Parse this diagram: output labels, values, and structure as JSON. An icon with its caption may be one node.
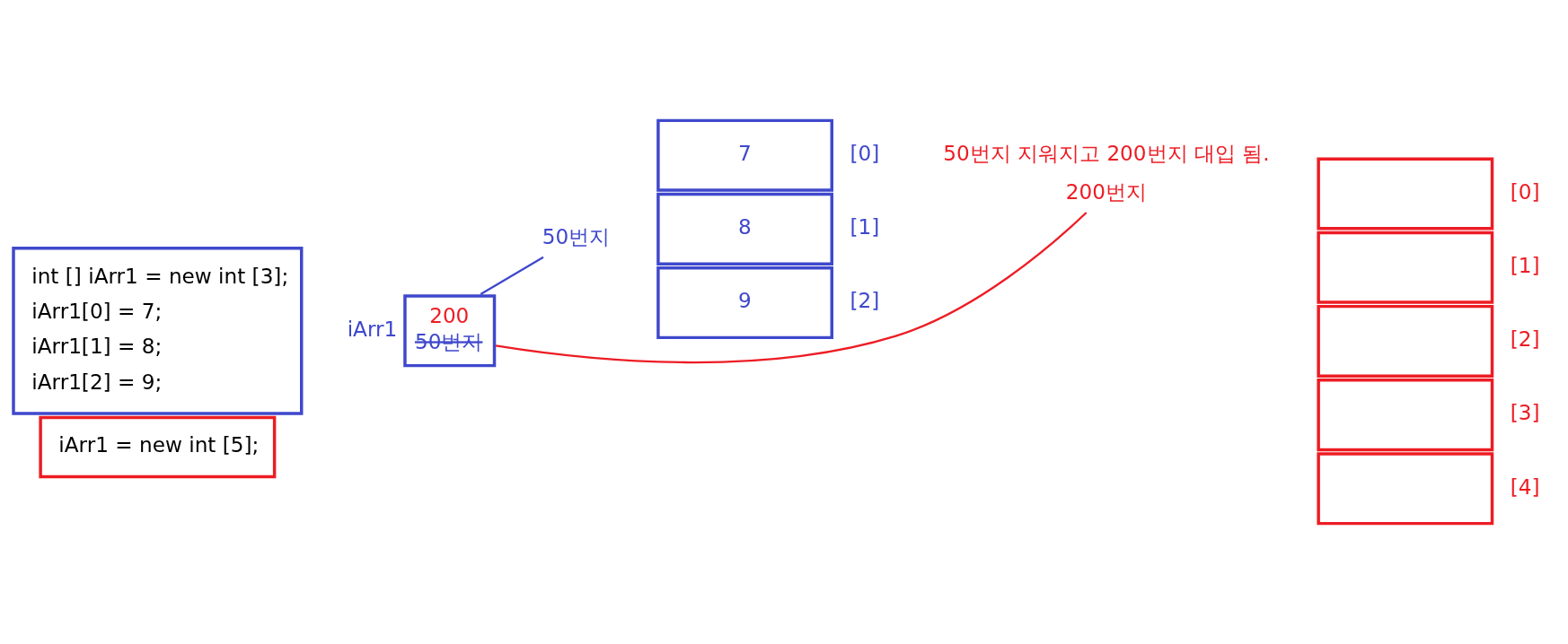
{
  "diagram": {
    "nodes": [
      {
        "text": [
          "int [] iArr1 = new int [3];",
          "iArr1[0] = 7;",
          "iArr1[1] = 8;",
          "iArr1[2] = 9;"
        ]
      },
      {
        "text": [
          "iArr1 = new int [5];"
        ]
      },
      {
        "text": [
          "200",
          "50번지"
        ],
        "beside": [
          "iArr1"
        ]
      },
      {
        "text": [
          "50번지"
        ]
      },
      {
        "text": [
          "7"
        ],
        "beside": [
          "[0]"
        ]
      },
      {
        "text": [
          "8"
        ],
        "beside": [
          "[1]"
        ]
      },
      {
        "text": [
          "9"
        ],
        "beside": [
          "[2]"
        ]
      },
      {
        "text": [
          "200번지"
        ]
      },
      {
        "text": [],
        "shape": "box",
        "beside": [
          "[0]"
        ]
      },
      {
        "text": [],
        "shape": "box",
        "beside": [
          "[1]"
        ]
      },
      {
        "text": [],
        "shape": "box",
        "beside": [
          "[2]"
        ]
      },
      {
        "text": [],
        "shape": "box",
        "beside": [
          "[3]"
        ]
      },
      {
        "text": [],
        "shape": "box",
        "beside": [
          "[4]"
        ]
      }
    ],
    "edges": [
      {
        "from": 2,
        "to": 3,
        "arrow": "none",
        "color": "#3f48cc"
      },
      {
        "from": 2,
        "to": 7,
        "arrow": "none",
        "color": "#ed1c24"
      }
    ],
    "labels": [
      "50번지 지워지고 200번지 대입 됨."
    ]
  }
}
